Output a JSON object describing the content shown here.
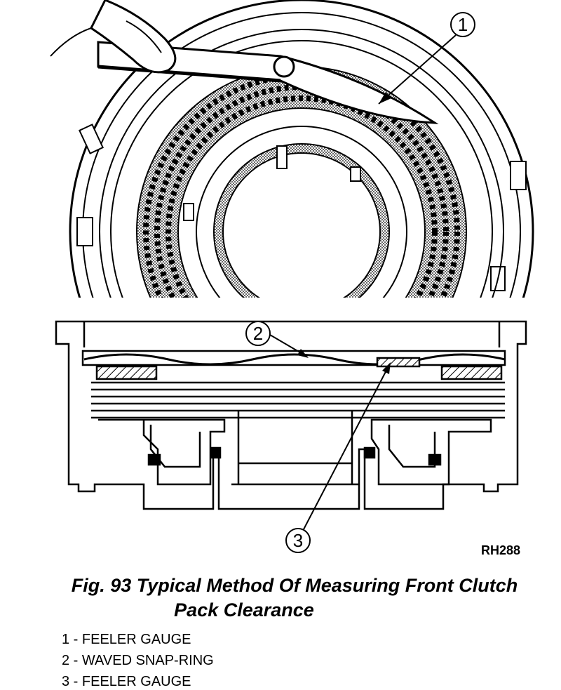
{
  "figure_id": "RH288",
  "caption": {
    "line1": "Fig. 93 Typical Method Of Measuring Front Clutch",
    "line2": "Pack Clearance"
  },
  "callouts": [
    {
      "number": "1"
    },
    {
      "number": "2"
    },
    {
      "number": "3"
    }
  ],
  "legend": [
    {
      "text": "1 - FEELER GAUGE"
    },
    {
      "text": "2 - WAVED SNAP-RING"
    },
    {
      "text": "3 - FEELER GAUGE"
    }
  ]
}
